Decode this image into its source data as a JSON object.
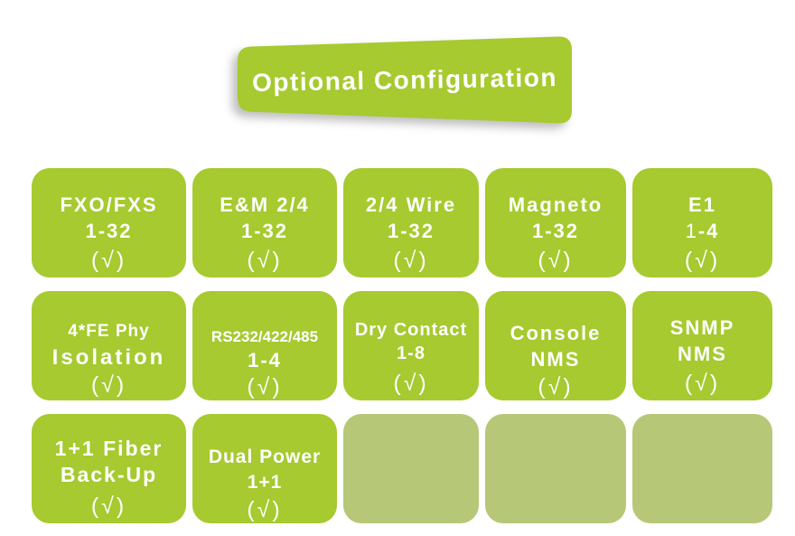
{
  "banner": {
    "title": "Optional Configuration"
  },
  "colors": {
    "card_green": "#a6ca2f",
    "card_muted": "#b6c877",
    "text_white": "#ffffff",
    "background": "#ffffff"
  },
  "cards": [
    {
      "name": "fxo-fxs",
      "line1": "FXO/FXS",
      "line2": "1-32",
      "check": "(√)"
    },
    {
      "name": "em-2-4",
      "line1": "E&M 2/4",
      "line2": "1-32",
      "check": "(√)"
    },
    {
      "name": "2-4-wire",
      "line1": "2/4 Wire",
      "line2": "1-32",
      "check": "(√)"
    },
    {
      "name": "magneto",
      "line1": "Magneto",
      "line2": "1-32",
      "check": "(√)"
    },
    {
      "name": "e1",
      "line1": "E1",
      "line2_light": "1",
      "line2_bold": "-4",
      "check": "(√)"
    },
    {
      "name": "4fe-phy-isolation",
      "line1": "4*FE Phy",
      "line2": "Isolation",
      "check": "(√)"
    },
    {
      "name": "rs232-422-485",
      "line1": "RS232/422/485",
      "line2": "1-4",
      "check": "(√)"
    },
    {
      "name": "dry-contact",
      "line1": "Dry Contact",
      "line2": "1-8",
      "check": "(√)"
    },
    {
      "name": "console-nms",
      "line1": "Console",
      "line2": "NMS",
      "check": "(√)"
    },
    {
      "name": "snmp-nms",
      "line1": "SNMP",
      "line2": "NMS",
      "check": "(√)"
    },
    {
      "name": "1plus1-fiber-backup",
      "line1": "1+1 Fiber",
      "line2": "Back-Up",
      "check": "(√)"
    },
    {
      "name": "dual-power-1plus1",
      "line1": "Dual Power",
      "line2": "1+1",
      "check": "(√)"
    },
    {
      "name": "empty-1"
    },
    {
      "name": "empty-2"
    },
    {
      "name": "empty-3"
    }
  ]
}
